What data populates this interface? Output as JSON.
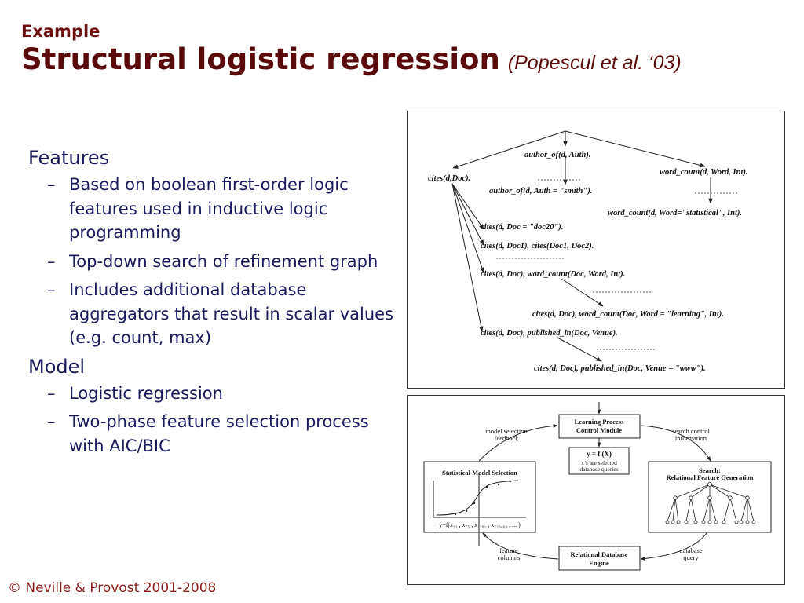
{
  "header": {
    "kicker": "Example",
    "title": "Structural logistic regression",
    "citation": "(Popescul et al. ‘03)"
  },
  "content": {
    "section1": "Features",
    "section1_items": [
      "Based on boolean first-order logic features used in inductive logic programming",
      "Top-down search of refinement graph",
      "Includes additional database aggregators that result in scalar values (e.g. count, max)"
    ],
    "section2": "Model",
    "section2_items": [
      "Logistic regression",
      "Two-phase feature selection process with AIC/BIC"
    ]
  },
  "footer": {
    "copyright": "© Neville & Provost 2001-2008"
  },
  "figure1": {
    "nodes": {
      "author_of": "author_of(d, Auth).",
      "cites_root": "cites(d,Doc).",
      "author_smith": "author_of(d, Auth = \"smith\").",
      "word_count": "word_count(d, Word, Int).",
      "word_statistical": "word_count(d, Word=\"statistical\", Int).",
      "cites_doc20": "cites(d, Doc = \"doc20\").",
      "cites_doc12": "cites(d, Doc1), cites(Doc1, Doc2).",
      "cites_wordcount": "cites(d, Doc), word_count(Doc, Word, Int).",
      "cites_learning": "cites(d, Doc), word_count(Doc, Word = \"learning\", Int).",
      "cites_published": "cites(d, Doc), published_in(Doc, Venue).",
      "cites_www": "cites(d, Doc), published_in(Doc, Venue = \"www\")."
    }
  },
  "figure2": {
    "control_module": [
      "Learning Process",
      "Control Module"
    ],
    "model_sel_feedback": [
      "model selection",
      "feedback"
    ],
    "search_control_info": [
      "search control",
      "information"
    ],
    "yfx": "y = f (X)",
    "x_note": [
      "x’s are selected",
      "database queries"
    ],
    "stat_model_selection": "Statistical Model Selection",
    "search_title": "Search:",
    "search_subtitle": "Relational Feature Generation",
    "equation": "y=f(x₂₁ , x₇₅ , x₁₂₉₁ , x₇₂₃₄₆₉ , ... )",
    "feature_columns": [
      "feature",
      "columns"
    ],
    "database_query": [
      "database",
      "query"
    ],
    "db_engine": [
      "Relational Database",
      "Engine"
    ]
  }
}
